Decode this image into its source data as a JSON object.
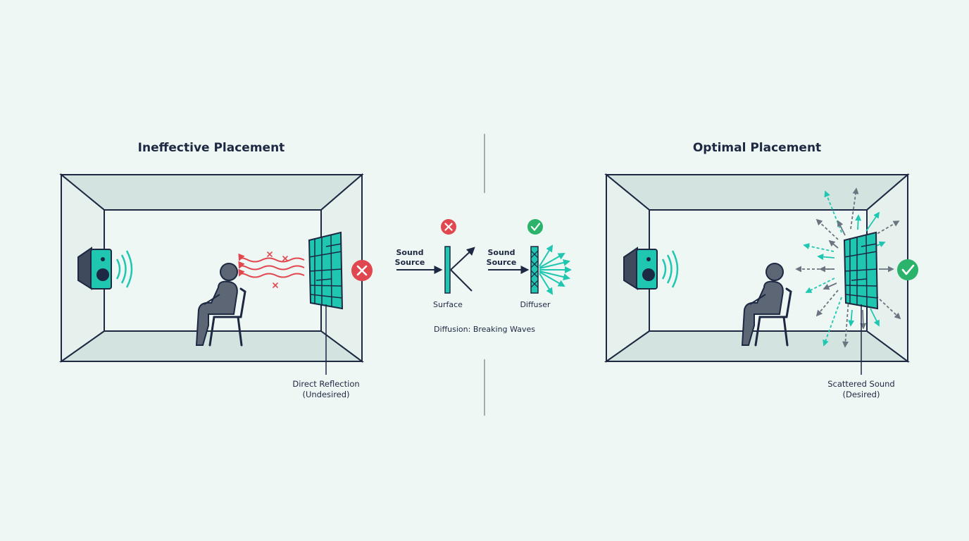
{
  "left_panel": {
    "title": "Ineffective Placement",
    "caption_line1": "Direct Reflection",
    "caption_line2": "(Undesired)"
  },
  "right_panel": {
    "title": "Optimal Placement",
    "caption_line1": "Scattered Sound",
    "caption_line2": "(Desired)"
  },
  "center": {
    "surface_example": {
      "source_line1": "Sound",
      "source_line2": "Source",
      "label": "Surface"
    },
    "diffuser_example": {
      "source_line1": "Sound",
      "source_line2": "Source",
      "label": "Diffuser"
    },
    "caption": "Diffusion: Breaking Waves"
  },
  "colors": {
    "background": "#eef7f4",
    "outline": "#1d2842",
    "accent_teal": "#1fc7b0",
    "bad_red": "#e0474f",
    "good_green": "#2bb36b",
    "person_gray": "#5d6675"
  },
  "icons": {
    "bad": "x-circle-icon",
    "good": "check-circle-icon",
    "speaker": "speaker-icon",
    "person": "seated-person-icon"
  }
}
